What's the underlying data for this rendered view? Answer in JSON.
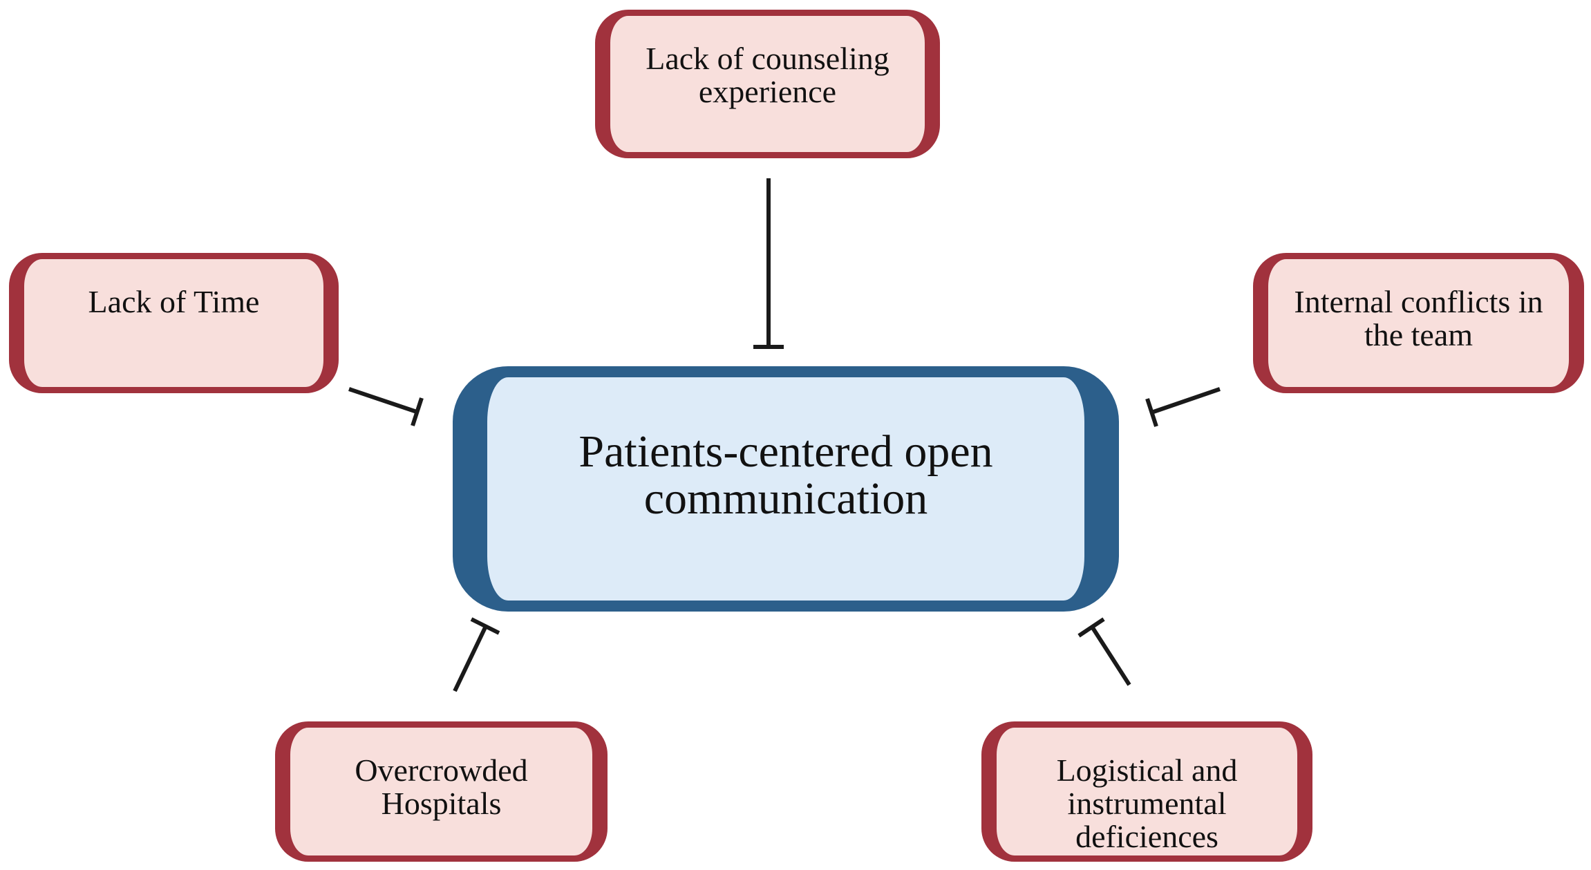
{
  "center": {
    "text": "Patients-centered open\ncommunication"
  },
  "barriers": {
    "counseling": "Lack of counseling\nexperience",
    "time": "Lack of Time",
    "conflicts": "Internal conflicts in\nthe team",
    "overcrowded": "Overcrowded\nHospitals",
    "logistical": "Logistical and\ninstrumental\ndeficiences"
  },
  "colors": {
    "barrier_fill": "#f8dfdc",
    "barrier_border": "#a1323d",
    "center_fill": "#ddebf8",
    "center_border": "#2c5f8b",
    "inhibitor_line": "#1a1a1a"
  }
}
